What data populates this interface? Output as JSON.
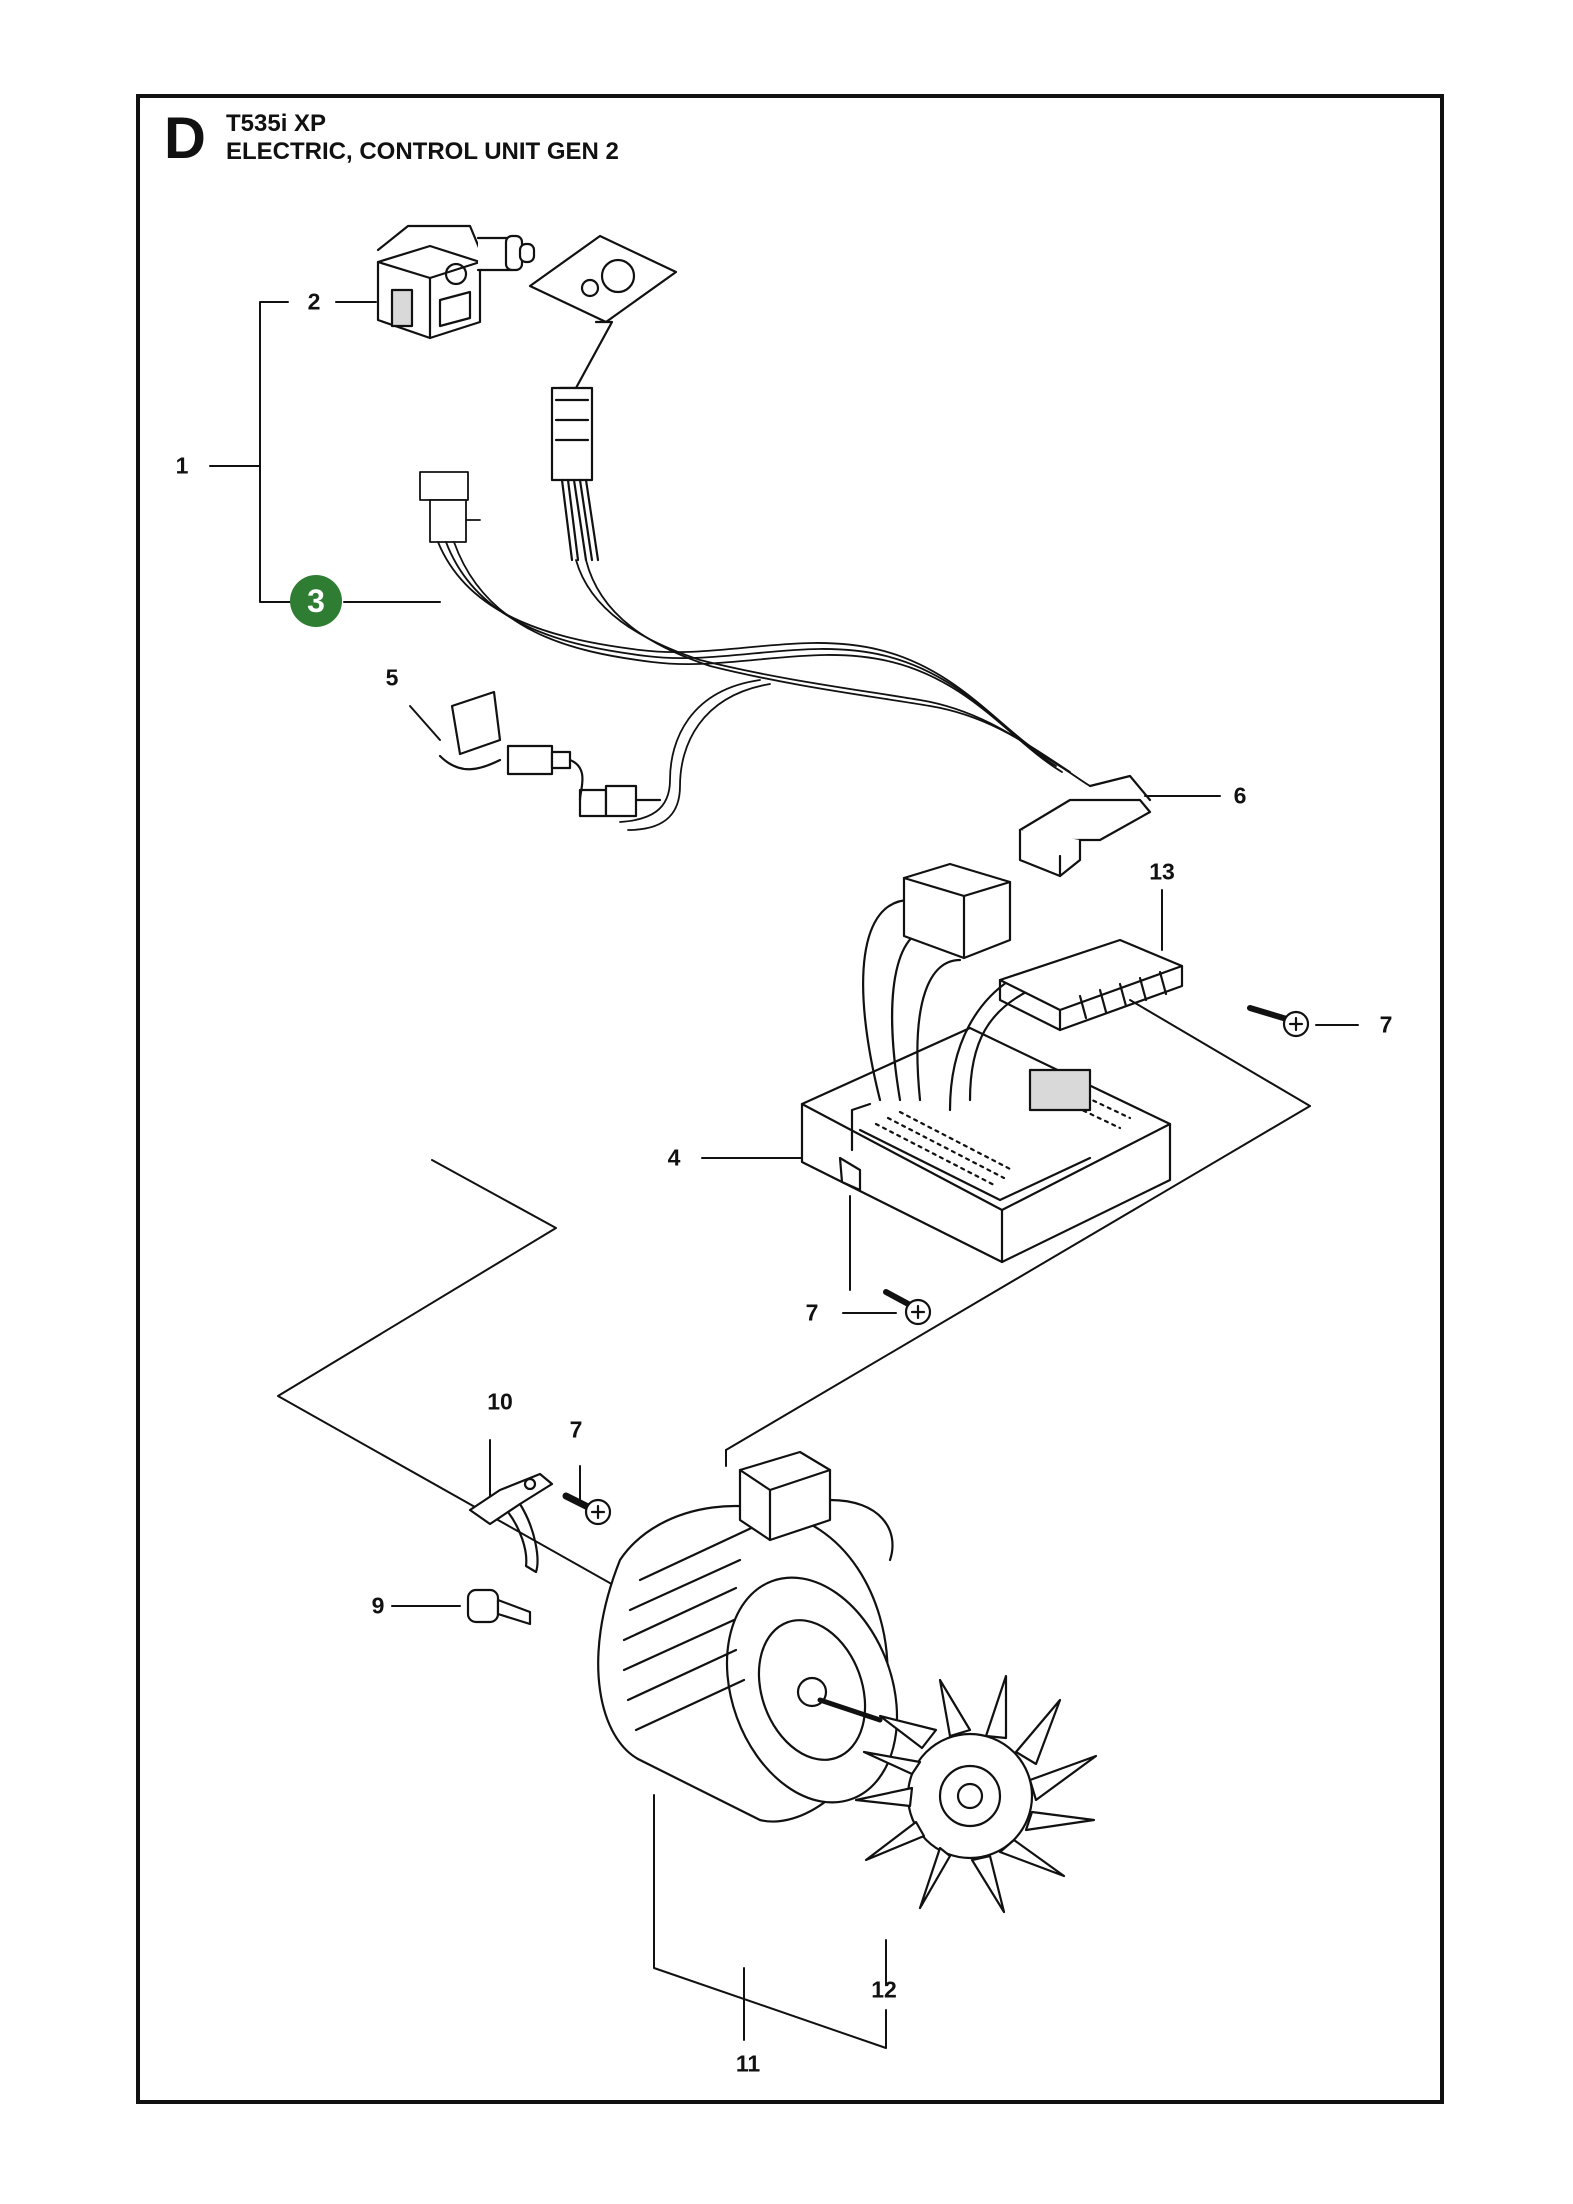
{
  "header": {
    "section_letter": "D",
    "model": "T535i XP",
    "title": "ELECTRIC, CONTROL UNIT GEN 2"
  },
  "highlight": {
    "label": "3",
    "color": "#2e7d32"
  },
  "callouts": [
    {
      "id": "c1",
      "label": "1"
    },
    {
      "id": "c2",
      "label": "2"
    },
    {
      "id": "c4",
      "label": "4"
    },
    {
      "id": "c5",
      "label": "5"
    },
    {
      "id": "c6",
      "label": "6"
    },
    {
      "id": "c7a",
      "label": "7"
    },
    {
      "id": "c7b",
      "label": "7"
    },
    {
      "id": "c7c",
      "label": "7"
    },
    {
      "id": "c9",
      "label": "9"
    },
    {
      "id": "c10",
      "label": "10"
    },
    {
      "id": "c11",
      "label": "11"
    },
    {
      "id": "c12",
      "label": "12"
    },
    {
      "id": "c13",
      "label": "13"
    }
  ],
  "colors": {
    "line": "#111111",
    "part_fill": "#ffffff",
    "shade": "#d9d9d9"
  }
}
